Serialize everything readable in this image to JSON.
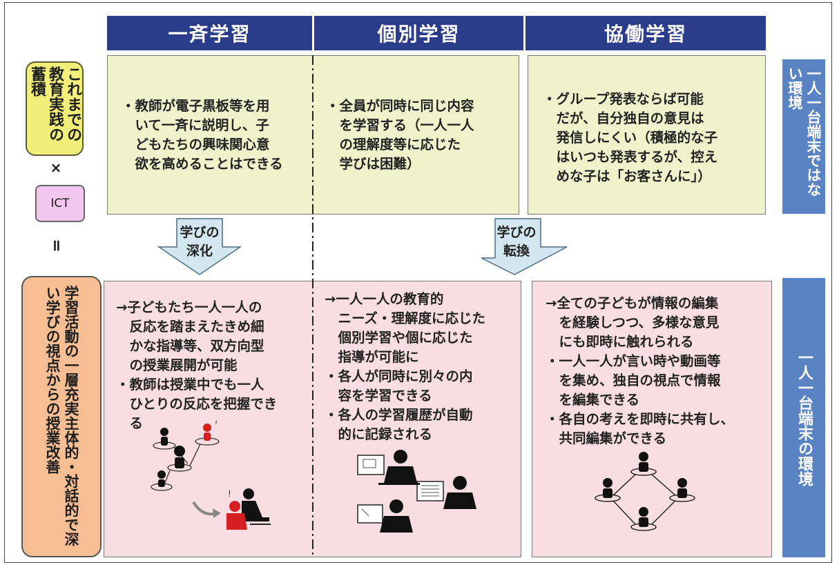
{
  "headers": [
    "一斉学習",
    "個別学習",
    "協働学習"
  ],
  "left": {
    "top_label": "これまでの教育実践の蓄積",
    "times": "×",
    "ict": "ICT",
    "equals": "॥",
    "bottom_label": "学習活動の一層充実主体的・対話的で深い学びの視点からの授業改善"
  },
  "top_boxes": {
    "simultaneous": "・教師が電子黒板等を用\n　いて一斉に説明し、子\n　どもたちの興味関心意\n　欲を高めることはできる",
    "individual": "・全員が同時に同じ内容\n　を学習する（一人一人\n　の理解度等に応じた\n　学びは困難）",
    "collaborative": "・グループ発表ならば可能\n　だが、自分独自の意見は\n　発信しにくい（積極的な子\n　はいつも発表するが、控え\n　めな子は「お客さんに」）"
  },
  "arrows": {
    "deepening": "学びの\n深化",
    "transformation": "学びの\n転換"
  },
  "bottom_boxes": {
    "simultaneous": "→子どもたち一人一人の\n　反応を踏まえたきめ細\n　かな指導等、双方向型\n　の授業展開が可能\n・教師は授業中でも一人\n　ひとりの反応を把握でき\n　る",
    "individual": "→一人一人の教育的\n　ニーズ・理解度に応じた\n　個別学習や個に応じた\n　指導が可能に\n・各人が同時に別々の内\n　容を学習できる\n・各人の学習履歴が自動\n　的に記録される",
    "collaborative": "→全ての子どもが情報の編集\n　を経験しつつ、多様な意見\n　にも即時に触れられる\n・一人一人が言い時や動画等\n　を集め、独自の視点で情報\n　を編集できる\n・各自の考えを即時に共有し、\n　共同編集ができる"
  },
  "right": {
    "top_label": "一人一台端末ではない環境",
    "bottom_label": "一人一台端末の環境"
  },
  "colors": {
    "header": "#2b3d8a",
    "top_box": "#eef3cc",
    "bottom_box": "#f8dde3",
    "side": "#5a83c3",
    "accent_red": "#d42020"
  }
}
